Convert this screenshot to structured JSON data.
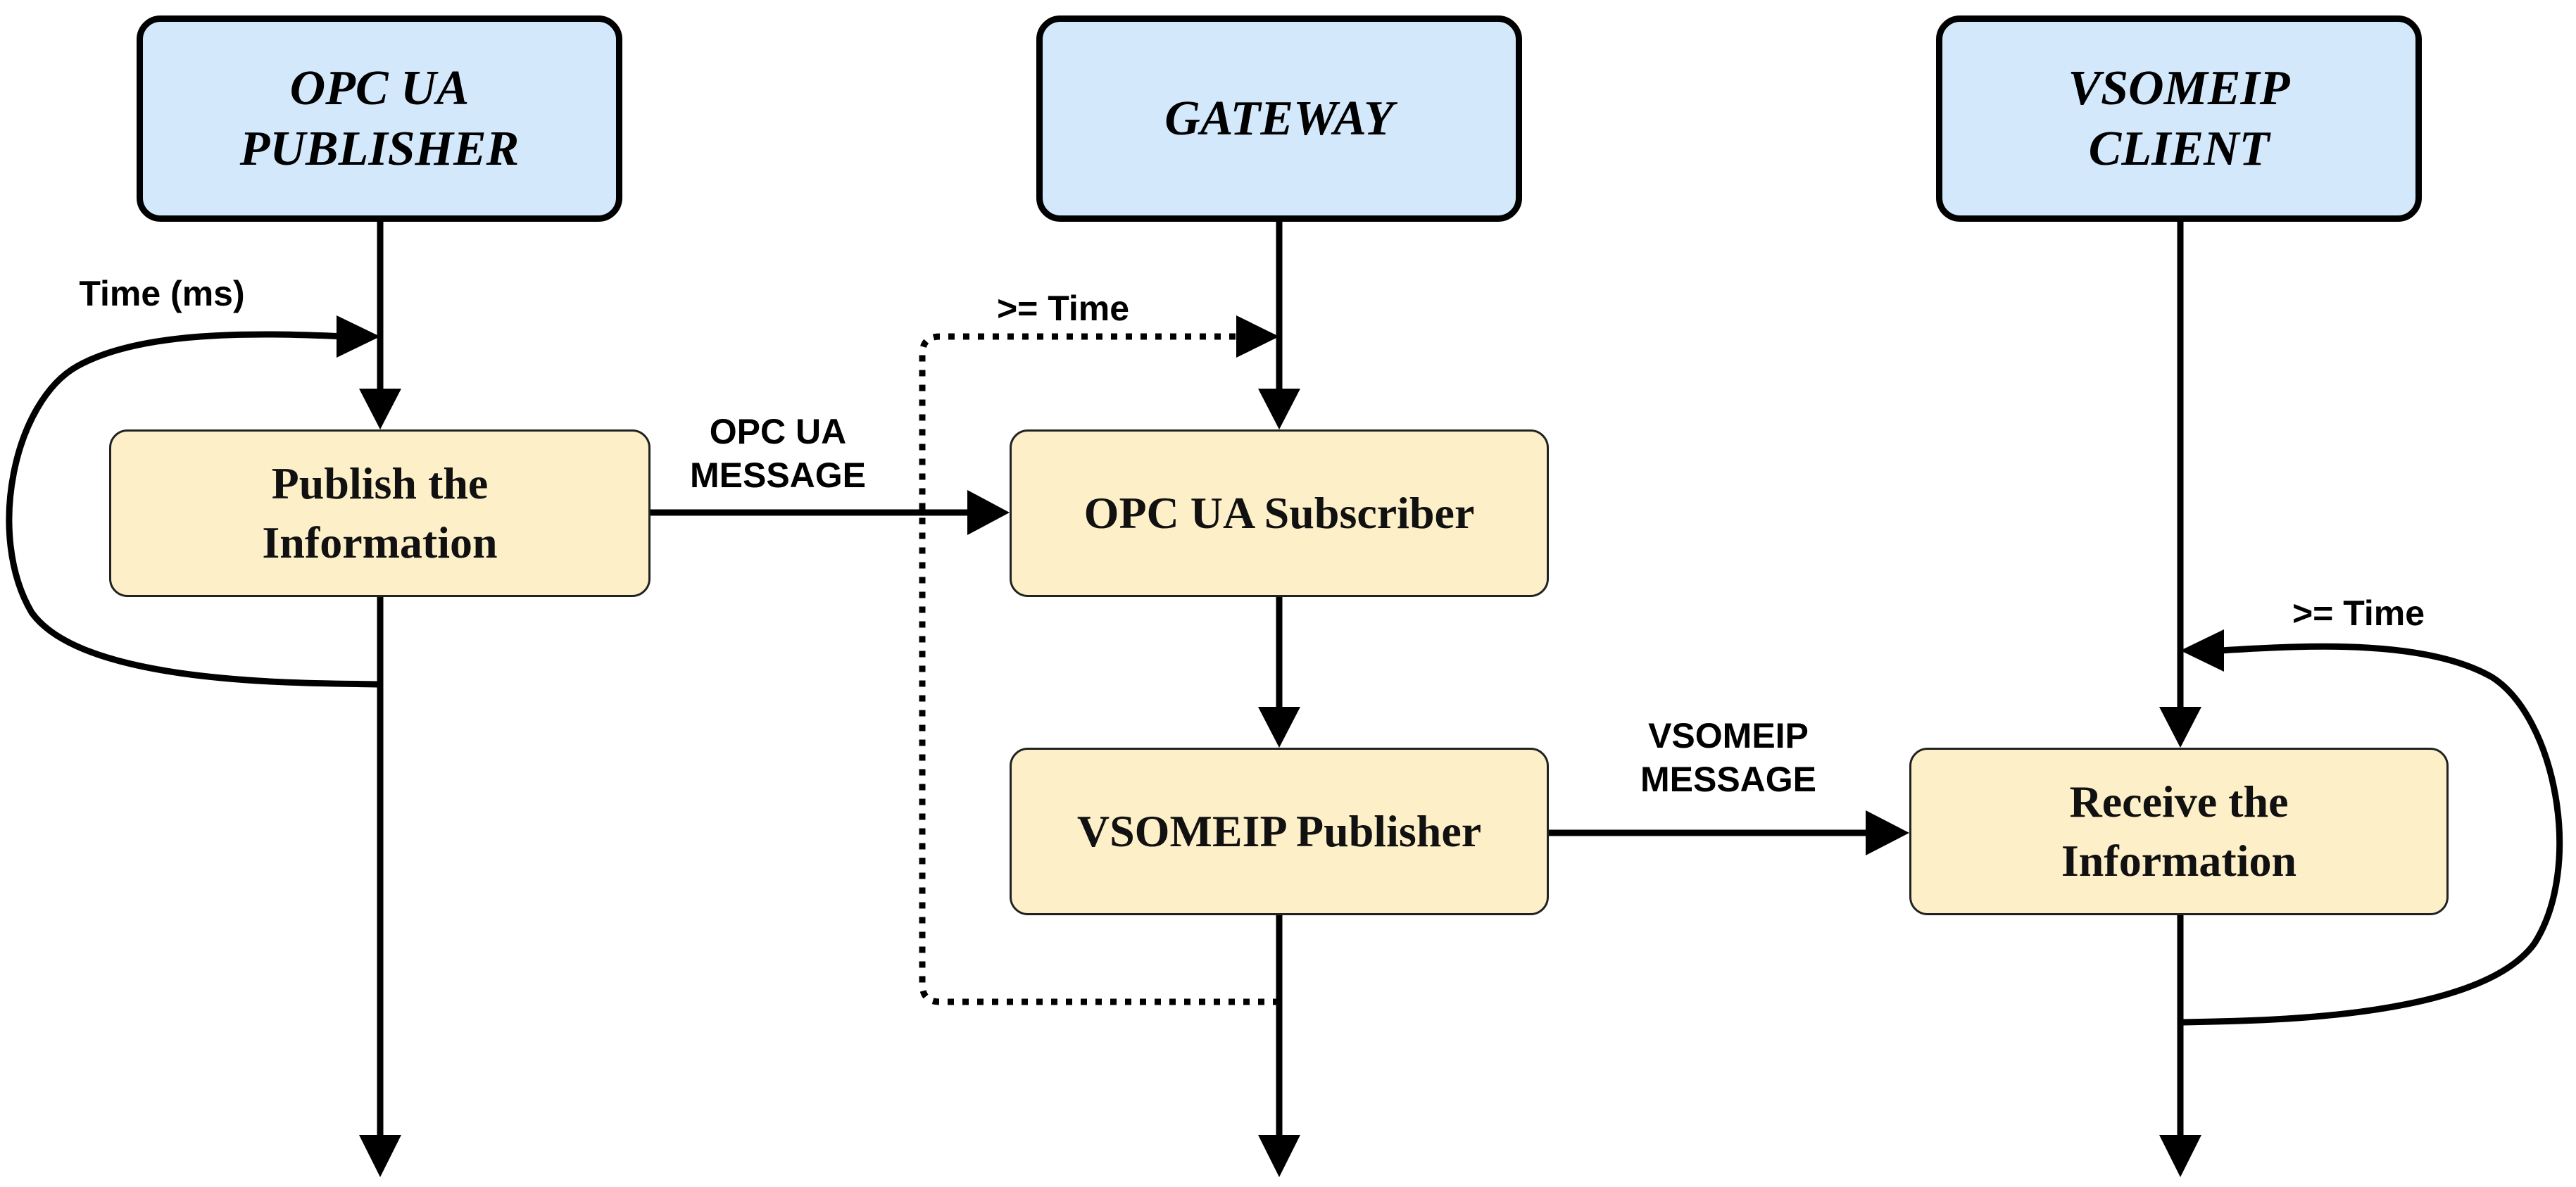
{
  "colors": {
    "header_fill": "#d4e8fb",
    "process_fill": "#fdf0c8",
    "stroke": "#000000"
  },
  "headers": {
    "publisher": "OPC UA\nPUBLISHER",
    "gateway": "GATEWAY",
    "client": "VSOMEIP\nCLIENT"
  },
  "processes": {
    "publish": "Publish the\nInformation",
    "opc_subscriber": "OPC UA Subscriber",
    "vsomeip_publisher": "VSOMEIP Publisher",
    "receive": "Receive the\nInformation"
  },
  "labels": {
    "time_ms": "Time (ms)",
    "gateway_time": ">= Time",
    "client_time": ">= Time",
    "opc_message": "OPC UA\nMESSAGE",
    "vsomeip_message": "VSOMEIP\nMESSAGE"
  }
}
